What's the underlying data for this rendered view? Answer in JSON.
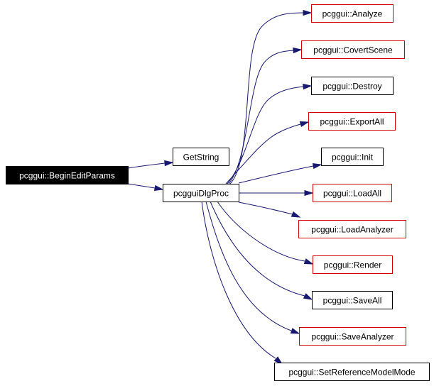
{
  "graph": {
    "colors": {
      "edge": "#191970",
      "root_fill": "#000000",
      "root_text": "#ffffff",
      "documented_border": "#000000",
      "undocumented_border": "#cc0000"
    },
    "nodes": [
      {
        "id": "begin_edit_params",
        "label": "pcggui::BeginEditParams",
        "kind": "root"
      },
      {
        "id": "get_string",
        "label": "GetString",
        "kind": "documented"
      },
      {
        "id": "pcggui_dlg_proc",
        "label": "pcgguiDlgProc",
        "kind": "documented"
      },
      {
        "id": "analyze",
        "label": "pcggui::Analyze",
        "kind": "undocumented"
      },
      {
        "id": "covert_scene",
        "label": "pcggui::CovertScene",
        "kind": "undocumented"
      },
      {
        "id": "destroy",
        "label": "pcggui::Destroy",
        "kind": "documented"
      },
      {
        "id": "export_all",
        "label": "pcggui::ExportAll",
        "kind": "undocumented"
      },
      {
        "id": "init",
        "label": "pcggui::Init",
        "kind": "documented"
      },
      {
        "id": "load_all",
        "label": "pcggui::LoadAll",
        "kind": "undocumented"
      },
      {
        "id": "load_analyzer",
        "label": "pcggui::LoadAnalyzer",
        "kind": "undocumented"
      },
      {
        "id": "render",
        "label": "pcggui::Render",
        "kind": "undocumented"
      },
      {
        "id": "save_all",
        "label": "pcggui::SaveAll",
        "kind": "documented"
      },
      {
        "id": "save_analyzer",
        "label": "pcggui::SaveAnalyzer",
        "kind": "undocumented"
      },
      {
        "id": "set_reference_model_mode",
        "label": "pcggui::SetReferenceModelMode",
        "kind": "documented"
      }
    ],
    "edges": [
      {
        "from": "begin_edit_params",
        "to": "get_string"
      },
      {
        "from": "begin_edit_params",
        "to": "pcggui_dlg_proc"
      },
      {
        "from": "pcggui_dlg_proc",
        "to": "analyze"
      },
      {
        "from": "pcggui_dlg_proc",
        "to": "covert_scene"
      },
      {
        "from": "pcggui_dlg_proc",
        "to": "destroy"
      },
      {
        "from": "pcggui_dlg_proc",
        "to": "export_all"
      },
      {
        "from": "pcggui_dlg_proc",
        "to": "init"
      },
      {
        "from": "pcggui_dlg_proc",
        "to": "load_all"
      },
      {
        "from": "pcggui_dlg_proc",
        "to": "load_analyzer"
      },
      {
        "from": "pcggui_dlg_proc",
        "to": "render"
      },
      {
        "from": "pcggui_dlg_proc",
        "to": "save_all"
      },
      {
        "from": "pcggui_dlg_proc",
        "to": "save_analyzer"
      },
      {
        "from": "pcggui_dlg_proc",
        "to": "set_reference_model_mode"
      }
    ]
  }
}
